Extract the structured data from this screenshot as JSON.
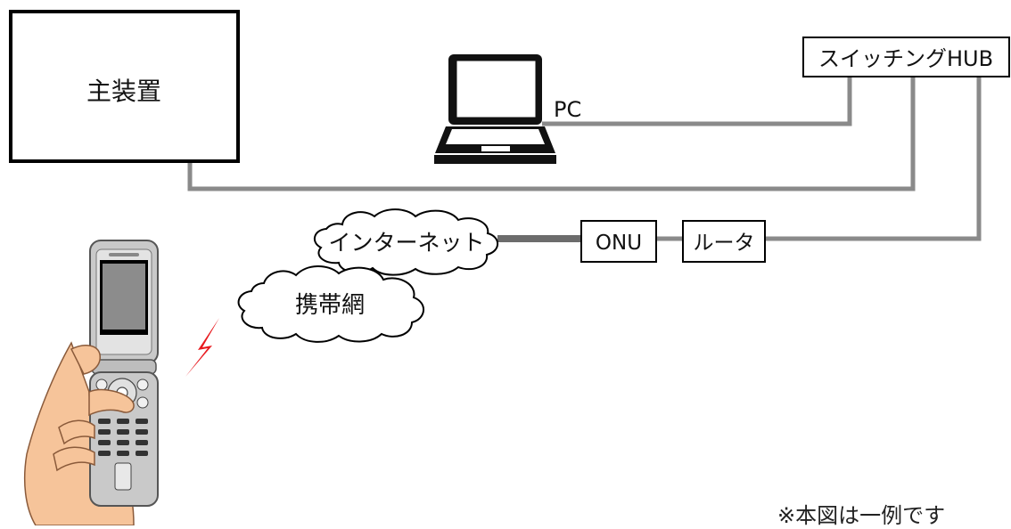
{
  "main_unit": {
    "label": "主装置"
  },
  "pc": {
    "label": "PC"
  },
  "switching_hub": {
    "label": "スイッチングHUB"
  },
  "internet": {
    "label": "インターネット"
  },
  "mobile_network": {
    "label": "携帯網"
  },
  "onu": {
    "label": "ONU"
  },
  "router": {
    "label": "ルータ"
  },
  "footnote": "※本図は一例です",
  "colors": {
    "line": "#808080",
    "line_dark": "#707070",
    "signal": "#e8191e",
    "skin": "#f6c49a",
    "phone_body": "#c9c9c9"
  }
}
